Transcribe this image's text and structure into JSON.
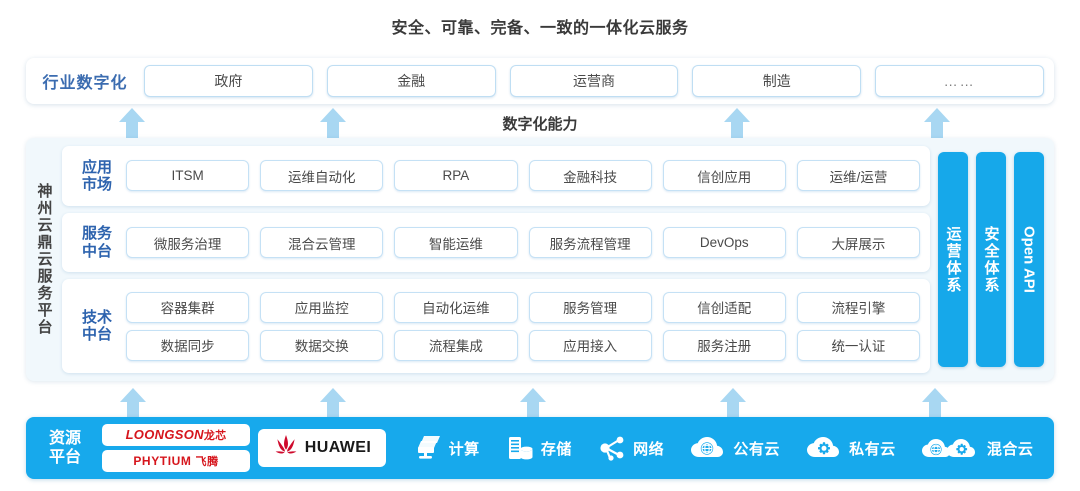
{
  "title": "安全、可靠、完备、一致的一体化云服务",
  "capability_label": "数字化能力",
  "industry": {
    "label": "行业数字化",
    "items": [
      "政府",
      "金融",
      "运营商",
      "制造",
      "……"
    ]
  },
  "platform": {
    "label": "神州云鼎云服务平台",
    "tiers": [
      {
        "label_line1": "应用",
        "label_line2": "市场",
        "rows": [
          [
            "ITSM",
            "运维自动化",
            "RPA",
            "金融科技",
            "信创应用",
            "运维/运营"
          ]
        ]
      },
      {
        "label_line1": "服务",
        "label_line2": "中台",
        "rows": [
          [
            "微服务治理",
            "混合云管理",
            "智能运维",
            "服务流程管理",
            "DevOps",
            "大屏展示"
          ]
        ]
      },
      {
        "label_line1": "技术",
        "label_line2": "中台",
        "rows": [
          [
            "容器集群",
            "应用监控",
            "自动化运维",
            "服务管理",
            "信创适配",
            "流程引擎"
          ],
          [
            "数据同步",
            "数据交换",
            "流程集成",
            "应用接入",
            "服务注册",
            "统一认证"
          ]
        ]
      }
    ],
    "side_columns": [
      {
        "label": "运营体系",
        "latin": false
      },
      {
        "label": "安全体系",
        "latin": false
      },
      {
        "label": "Open API",
        "latin": true
      }
    ]
  },
  "resource": {
    "label_line1": "资源",
    "label_line2": "平台",
    "chips": [
      {
        "name": "LOONGSON",
        "cn": "龙芯"
      },
      {
        "name": "PHYTIUM",
        "cn": "飞腾"
      }
    ],
    "huawei": "HUAWEI",
    "items": [
      {
        "label": "计算",
        "icon": "servers-icon"
      },
      {
        "label": "存储",
        "icon": "storage-icon"
      },
      {
        "label": "网络",
        "icon": "network-icon"
      },
      {
        "label": "公有云",
        "icon": "public-cloud-icon"
      },
      {
        "label": "私有云",
        "icon": "private-cloud-icon"
      },
      {
        "label": "混合云",
        "icon": "hybrid-cloud-icon"
      }
    ]
  },
  "colors": {
    "accent_blue": "#17a9ec",
    "arrow_blue": "#a8d7f2",
    "label_blue": "#2d63ae",
    "panel_bg": "#f1f8fc",
    "brand_red": "#d6151c"
  },
  "arrows": {
    "upper": [
      132,
      333,
      737,
      937
    ],
    "lower": [
      133,
      333,
      533,
      733,
      935
    ]
  }
}
